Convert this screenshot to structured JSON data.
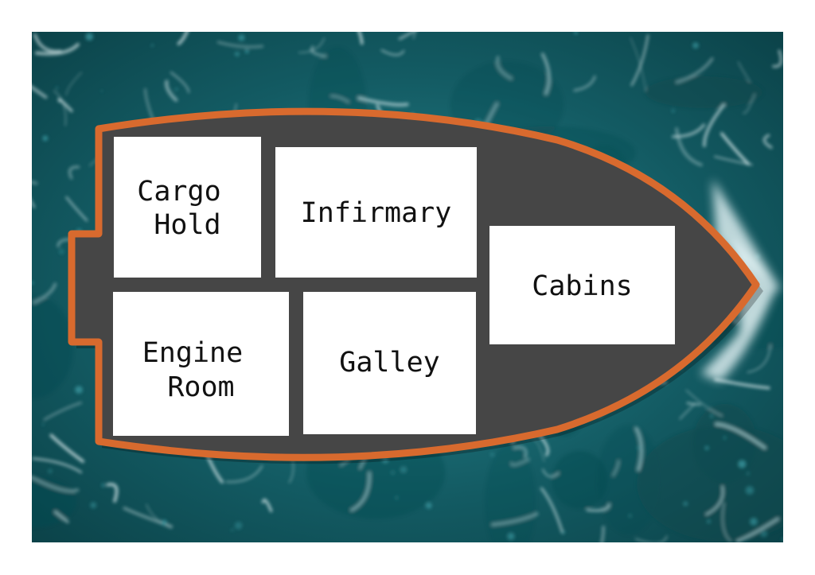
{
  "colors": {
    "frame": "#ffffff",
    "water_dark": "#0c4a50",
    "water_mid": "#1d6f78",
    "water_light": "#3f9fa7",
    "foam": "#e8f6f7",
    "hull_outline": "#d86a2e",
    "deck": "#464646",
    "room_fill": "#ffffff",
    "room_text": "#111111"
  },
  "rooms": [
    {
      "id": "cargo-hold",
      "lines": [
        "Cargo",
        "Hold"
      ]
    },
    {
      "id": "infirmary",
      "lines": [
        "Infirmary"
      ]
    },
    {
      "id": "cabins",
      "lines": [
        "Cabins"
      ]
    },
    {
      "id": "engine-room",
      "lines": [
        "Engine",
        "Room"
      ]
    },
    {
      "id": "galley",
      "lines": [
        "Galley"
      ]
    }
  ]
}
